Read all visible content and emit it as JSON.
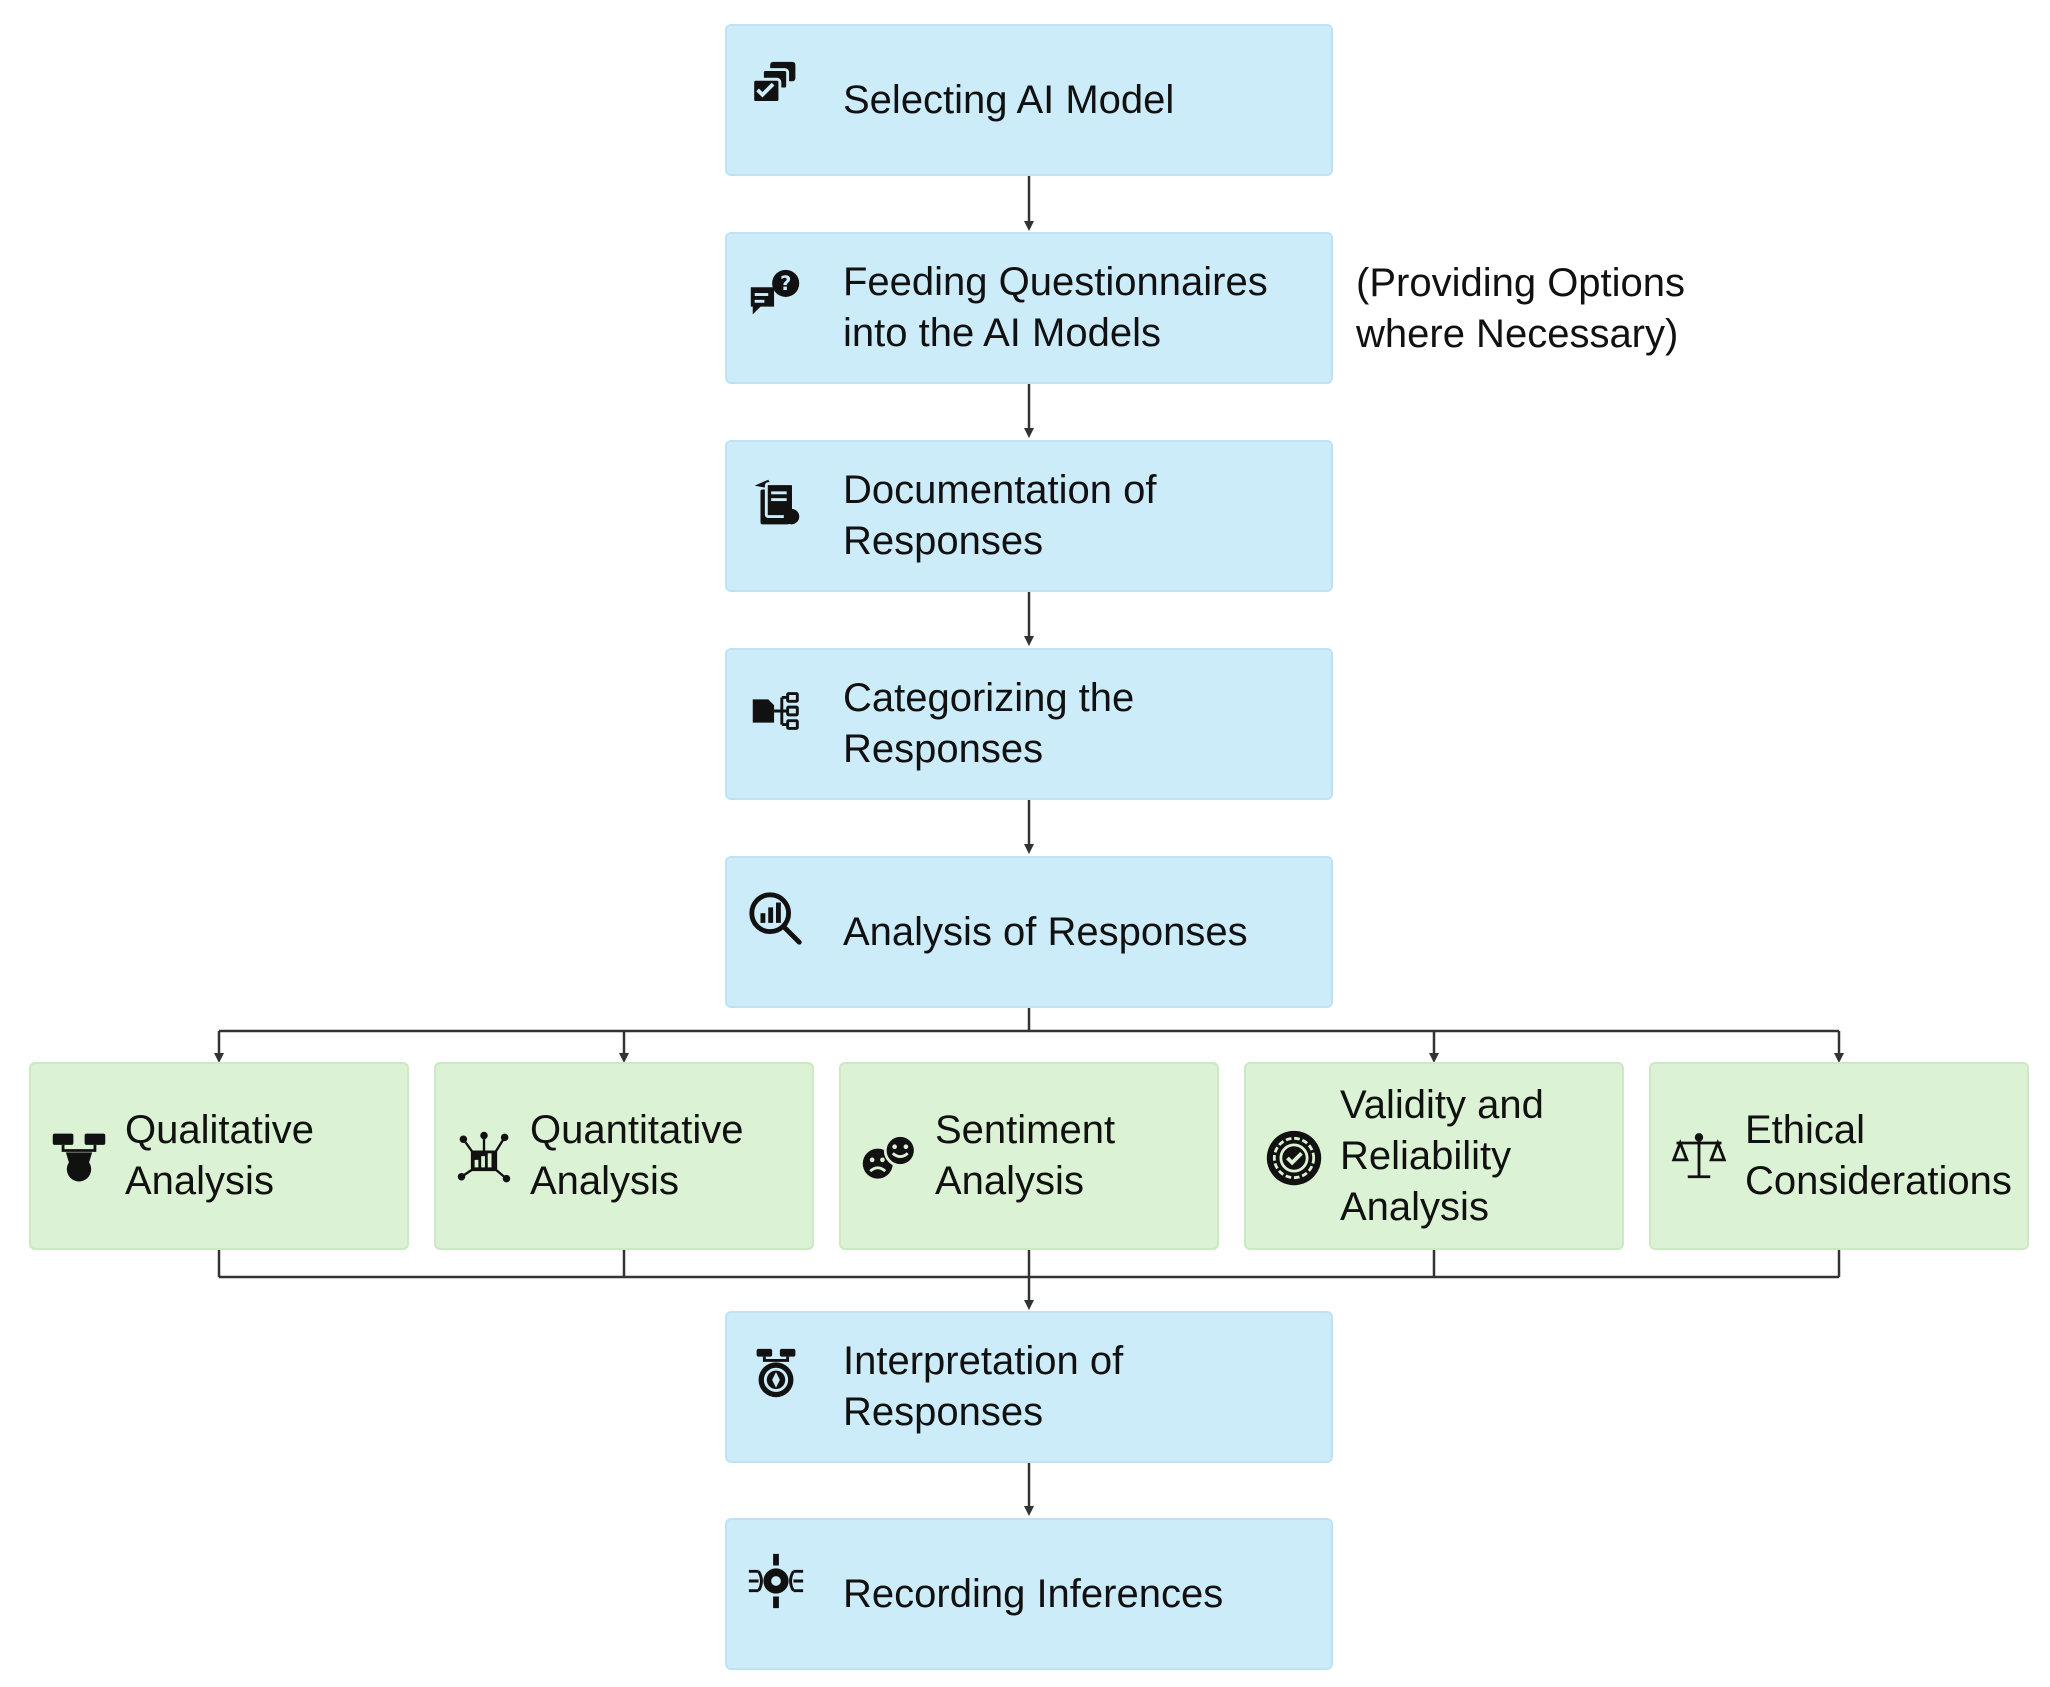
{
  "steps": [
    {
      "label": "Selecting AI Model",
      "icon": "model-select-icon"
    },
    {
      "label": "Feeding Questionnaires\ninto the AI Models",
      "icon": "question-chat-icon"
    },
    {
      "label": "Documentation of\nResponses",
      "icon": "documents-icon"
    },
    {
      "label": "Categorizing the\nResponses",
      "icon": "category-tree-icon"
    },
    {
      "label": "Analysis of Responses",
      "icon": "chart-magnifier-icon"
    },
    {
      "label": "Interpretation of\nResponses",
      "icon": "interpretation-icon"
    },
    {
      "label": "Recording Inferences",
      "icon": "gear-insight-icon"
    }
  ],
  "note": "(Providing Options\nwhere Necessary)",
  "analyses": [
    {
      "label": "Qualitative\nAnalysis",
      "icon": "qualitative-icon"
    },
    {
      "label": "Quantitative\nAnalysis",
      "icon": "quantitative-icon"
    },
    {
      "label": "Sentiment\nAnalysis",
      "icon": "sentiment-icon"
    },
    {
      "label": "Validity and\nReliability\nAnalysis",
      "icon": "validity-badge-icon"
    },
    {
      "label": "Ethical\nConsiderations",
      "icon": "scales-icon"
    }
  ],
  "colors": {
    "main_box": "#cdecf9",
    "analysis_box": "#dcf2d4",
    "connector": "#333333"
  }
}
